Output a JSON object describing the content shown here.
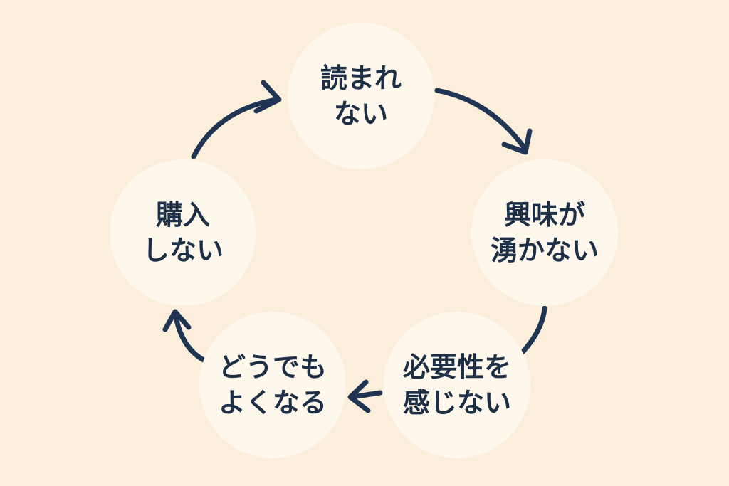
{
  "diagram": {
    "colors": {
      "background": "#fbefdc",
      "node_fill": "#fdf7ec",
      "text": "#1c2f47",
      "arrow": "#1f3553"
    },
    "nodes": [
      {
        "line1": "読まれ",
        "line2": "ない"
      },
      {
        "line1": "興味が",
        "line2": "湧かない"
      },
      {
        "line1": "必要性を",
        "line2": "感じない"
      },
      {
        "line1": "どうでも",
        "line2": "よくなる"
      },
      {
        "line1": "購入",
        "line2": "しない"
      }
    ],
    "flow": "clockwise-cycle",
    "arrow_icon": "curved-arrow-icon"
  }
}
